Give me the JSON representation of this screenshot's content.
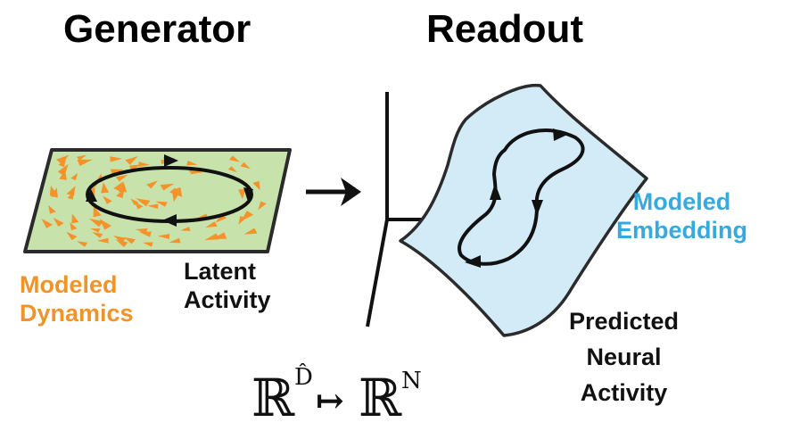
{
  "titles": {
    "generator": "Generator",
    "readout": "Readout"
  },
  "labels": {
    "modeled_dynamics": [
      "Modeled",
      "Dynamics"
    ],
    "latent_activity": [
      "Latent",
      "Activity"
    ],
    "modeled_embedding": [
      "Modeled",
      "Embedding"
    ],
    "predicted_neural_activity": [
      "Predicted",
      "Neural",
      "Activity"
    ]
  },
  "equation": {
    "lhs": "ℝ",
    "lhs_superscript": "D̂",
    "arrow": "↦",
    "rhs": "ℝ",
    "rhs_superscript": "N"
  },
  "colors": {
    "plane_fill": "#c8e2ac",
    "arrow_markers": "#f5922a",
    "surface_fill": "#d3ebf7",
    "surface_stroke": "#2b2b2b",
    "dynamics_label": "#f0942a",
    "embedding_label": "#36a9dd"
  },
  "icons": {
    "transform_arrow": "right-arrow-icon"
  }
}
